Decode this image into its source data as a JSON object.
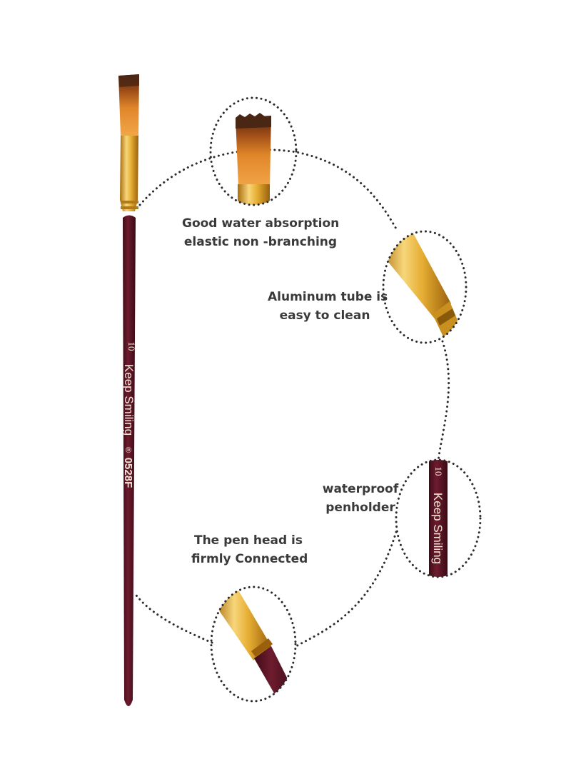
{
  "brush": {
    "size_number": "10",
    "brand": "Keep Smiling",
    "registered_mark": "®",
    "model": "0528F"
  },
  "features": [
    {
      "line1": "Good water absorption",
      "line2": "elastic non -branching"
    },
    {
      "line1": "Aluminum tube is",
      "line2": "easy to clean"
    },
    {
      "line1": "waterproof",
      "line2": "penholder"
    },
    {
      "line1": "The pen head is",
      "line2": "firmly Connected"
    }
  ],
  "colors": {
    "handle": "#5a1424",
    "ferrule": "#e0a92a",
    "bristle": "#d9791f",
    "bristle_tip": "#4a2614",
    "dots": "#2b2b2b",
    "label_text": "#3a3a3a"
  }
}
